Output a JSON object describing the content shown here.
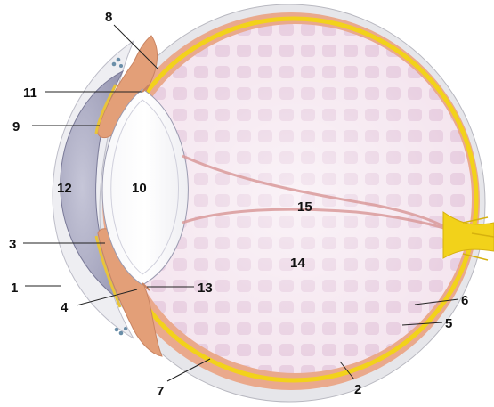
{
  "labels": {
    "l1": "1",
    "l2": "2",
    "l3": "3",
    "l4": "4",
    "l5": "5",
    "l6": "6",
    "l7": "7",
    "l8": "8",
    "l9": "9",
    "l10": "10",
    "l11": "11",
    "l12": "12",
    "l13": "13",
    "l14": "14",
    "l15": "15"
  },
  "colors": {
    "sclera": "#e4e4e8",
    "choroid": "#e9a486",
    "retina": "#f2d21a",
    "vitreous": "#e7c6da",
    "cornea_chamber": "#b7b7cc",
    "lens": "#ffffff",
    "iris": "#e3a27c",
    "optic_nerve": "#f2d21a"
  }
}
